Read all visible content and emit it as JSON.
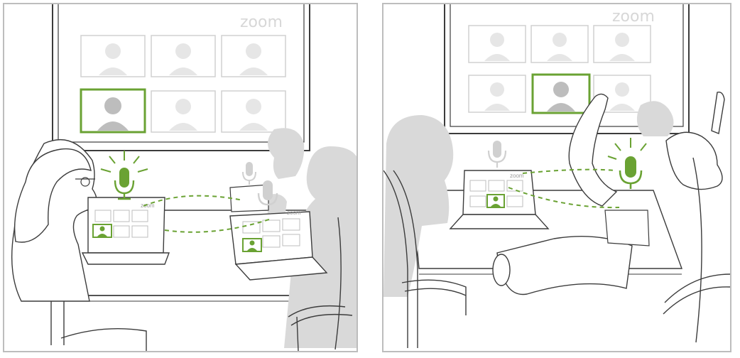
{
  "panels": [
    {
      "logo": "zoom",
      "laptop_logo_a": "zoom",
      "laptop_logo_b": "zoom"
    },
    {
      "logo": "zoom",
      "laptop_logo_a": "zoom"
    }
  ],
  "colors": {
    "accent_green": "#6aa233",
    "outline": "#3c3c3c",
    "silhouette": "#d9d9d9",
    "frame": "#bdbdbd"
  }
}
